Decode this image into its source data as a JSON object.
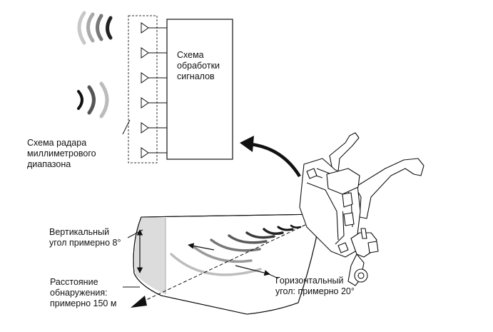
{
  "processing_block": {
    "lines": [
      "Схема",
      "обработки",
      "сигналов"
    ]
  },
  "radar_circuit": {
    "lines": [
      "Схема радара",
      "миллиметрового",
      "диапазона"
    ]
  },
  "vertical_angle": {
    "lines": [
      "Вертикальный",
      "угол примерно 8°"
    ]
  },
  "detection_distance": {
    "lines": [
      "Расстояние",
      "обнаружения:",
      "примерно 150 м"
    ]
  },
  "horizontal_angle": {
    "lines": [
      "Горизонтальный",
      "угол: примерно 20°"
    ]
  }
}
